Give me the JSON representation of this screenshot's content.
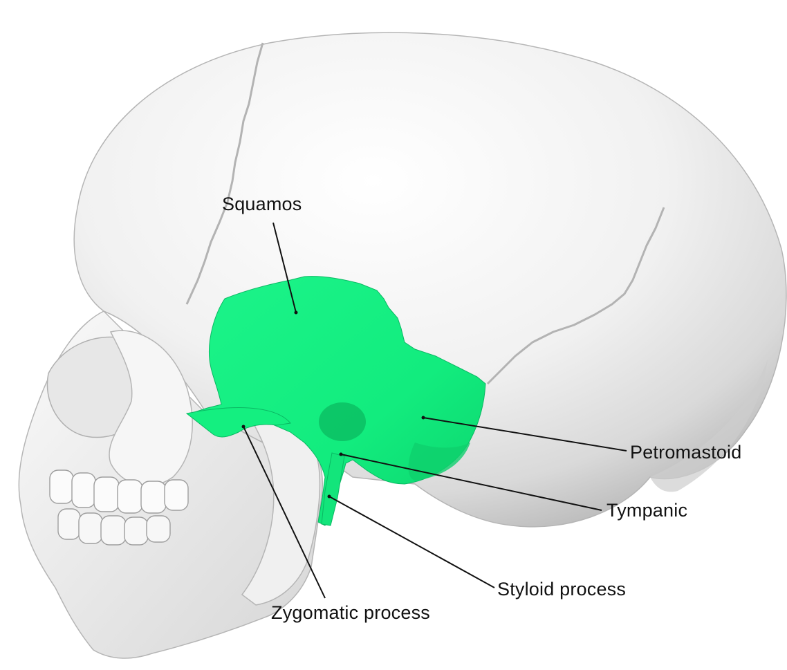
{
  "figure": {
    "labels": {
      "squamos": "Squamos",
      "petromastoid": "Petromastoid",
      "tympanic": "Tympanic",
      "styloid": "Styloid process",
      "zygomatic": "Zygomatic process"
    }
  },
  "colors": {
    "highlight": "#12EC7E",
    "highlight_shade": "#0BCB68",
    "bone": "#F3F3F3",
    "bone_shadow": "#C9C9C9",
    "outline": "#B8B8B8",
    "leader": "#111111",
    "text": "#111111"
  }
}
